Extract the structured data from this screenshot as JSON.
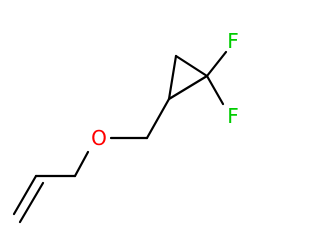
{
  "molecule": {
    "atoms": {
      "oxygen": {
        "symbol": "O",
        "color": "#ff0000"
      },
      "fluorine_top": {
        "symbol": "F",
        "color": "#00cc00"
      },
      "fluorine_bottom": {
        "symbol": "F",
        "color": "#00cc00"
      }
    },
    "bond_color": "#000000"
  }
}
